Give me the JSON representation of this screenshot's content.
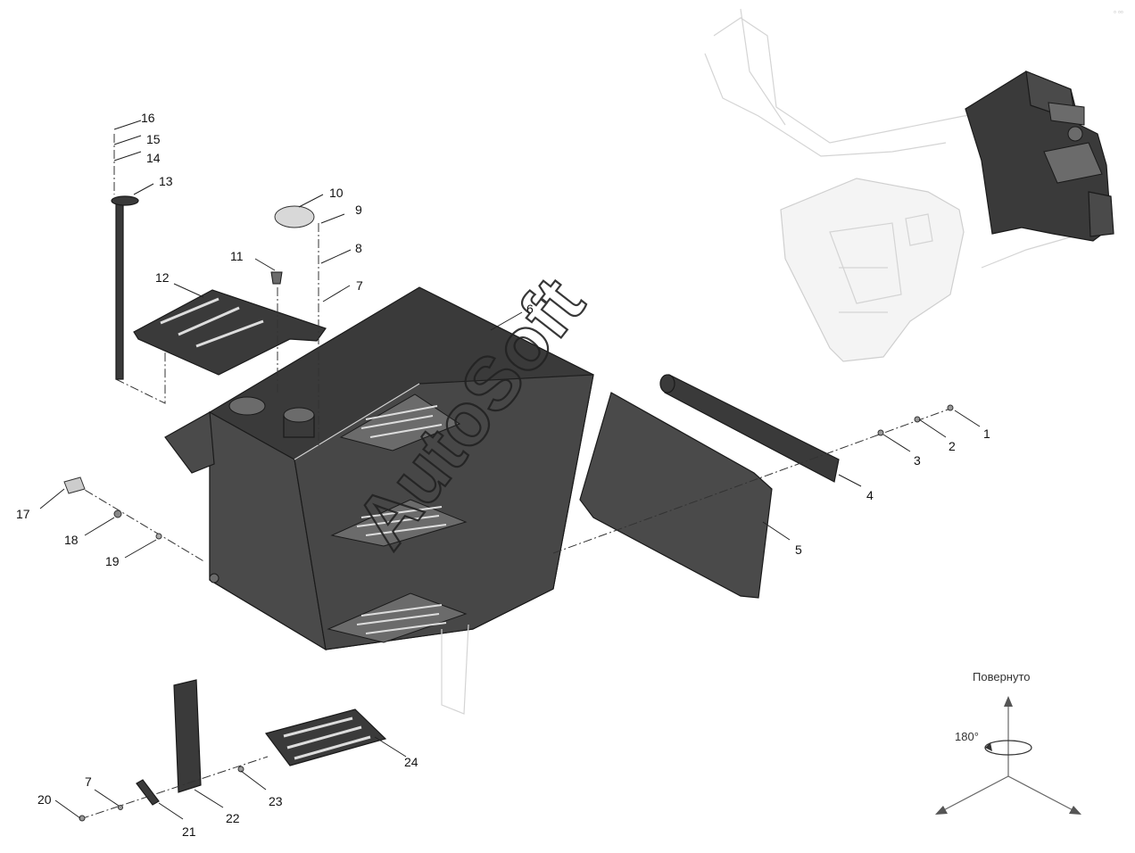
{
  "watermark": "AutoSoft",
  "view_note": {
    "label": "Повернуто",
    "angle": "180°"
  },
  "callouts": [
    "1",
    "2",
    "3",
    "4",
    "5",
    "6",
    "7",
    "8",
    "9",
    "10",
    "11",
    "12",
    "13",
    "14",
    "15",
    "16",
    "17",
    "18",
    "19",
    "20",
    "21",
    "22",
    "23",
    "24",
    "7"
  ],
  "colors": {
    "part": "#3a3a3a",
    "ghost": "#d4d4d4",
    "line": "#222222"
  }
}
